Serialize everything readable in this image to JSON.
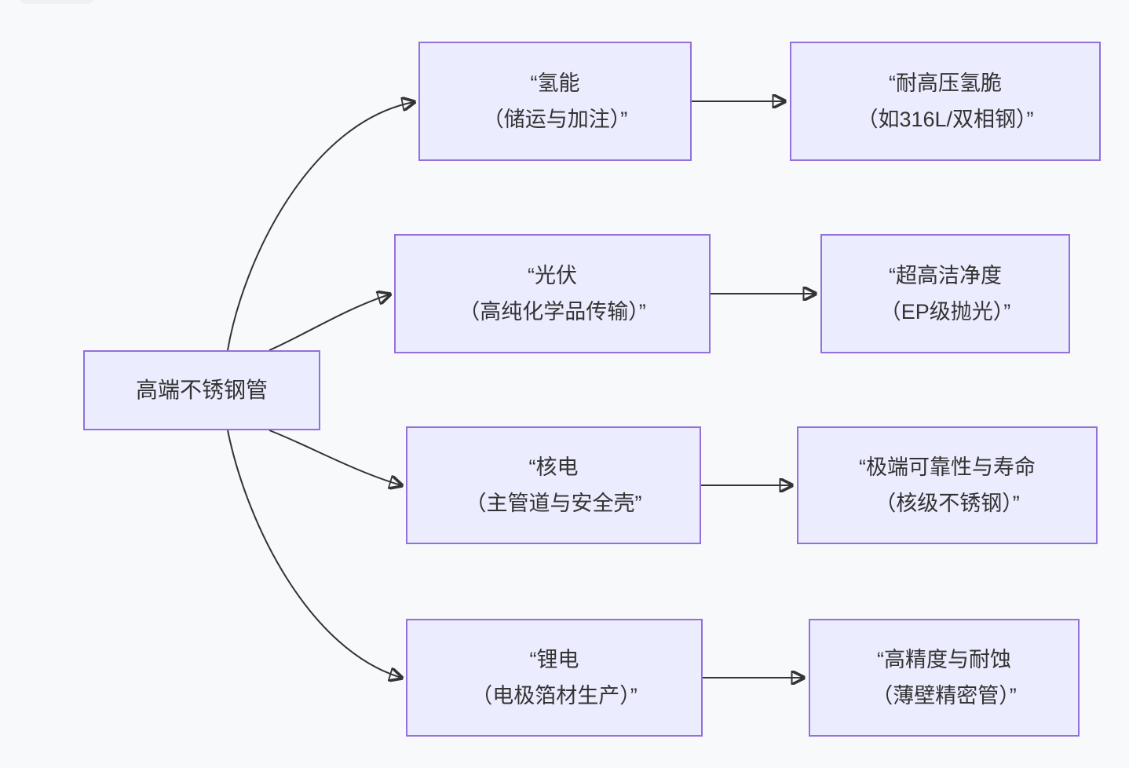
{
  "theme": {
    "background": "#f8f9fb",
    "node_fill": "#ececff",
    "node_border": "#9370db",
    "edge_color": "#333333",
    "text_color": "#333333"
  },
  "diagram": {
    "type": "flowchart-left-to-right",
    "root": {
      "label": "高端不锈钢管"
    },
    "rows": [
      {
        "source": {
          "line1": "“氢能",
          "line2": "（储运与加注）”"
        },
        "target": {
          "line1": "“耐高压氢脆",
          "line2": "（如316L/双相钢）”"
        }
      },
      {
        "source": {
          "line1": "“光伏",
          "line2": "（高纯化学品传输）”"
        },
        "target": {
          "line1": "“超高洁净度",
          "line2": "（EP级抛光）”"
        }
      },
      {
        "source": {
          "line1": "“核电",
          "line2": "（主管道与安全壳”"
        },
        "target": {
          "line1": "“极端可靠性与寿命",
          "line2": "（核级不锈钢）”"
        }
      },
      {
        "source": {
          "line1": "“锂电",
          "line2": "（电极箔材生产）”"
        },
        "target": {
          "line1": "“高精度与耐蚀",
          "line2": "（薄壁精密管）”"
        }
      }
    ]
  }
}
